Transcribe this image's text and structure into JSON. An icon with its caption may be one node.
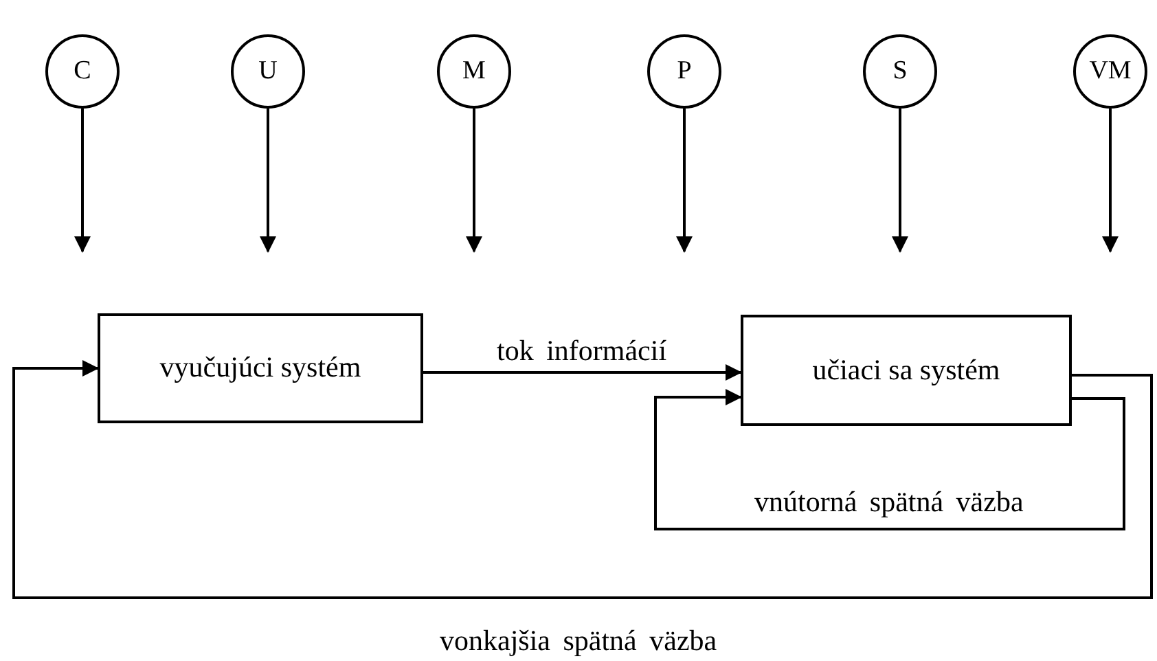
{
  "diagram": {
    "nodes": [
      {
        "text": [
          "C"
        ]
      },
      {
        "text": [
          "U"
        ]
      },
      {
        "text": [
          "M"
        ]
      },
      {
        "text": [
          "P"
        ]
      },
      {
        "text": [
          "S"
        ]
      },
      {
        "text": [
          "VM"
        ]
      },
      {
        "text": [
          "vyučujúci systém"
        ]
      },
      {
        "text": [
          "učiaci sa systém"
        ]
      }
    ],
    "edges": [
      {
        "from": 0,
        "to": null,
        "arrow": "to"
      },
      {
        "from": 1,
        "to": null,
        "arrow": "to"
      },
      {
        "from": 2,
        "to": null,
        "arrow": "to"
      },
      {
        "from": 3,
        "to": null,
        "arrow": "to"
      },
      {
        "from": 4,
        "to": null,
        "arrow": "to"
      },
      {
        "from": 5,
        "to": null,
        "arrow": "to"
      },
      {
        "from": 6,
        "to": 7,
        "arrow": "to",
        "label": "tok informácií"
      },
      {
        "from": 7,
        "to": 7,
        "arrow": "to",
        "label": "vnútorná spätná väzba"
      },
      {
        "from": 7,
        "to": 6,
        "arrow": "to",
        "label": "vonkajšia spätná väzba"
      }
    ]
  }
}
